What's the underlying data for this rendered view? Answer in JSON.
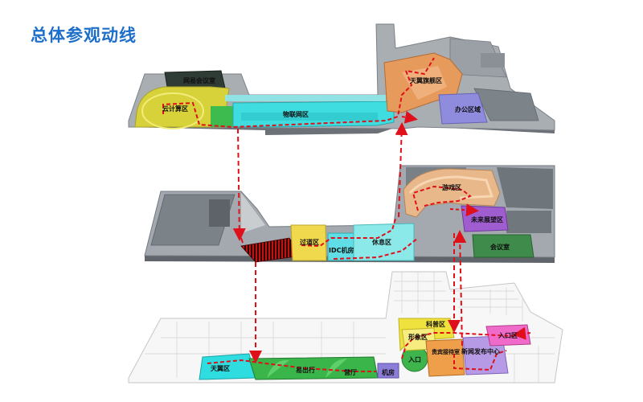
{
  "title": "总体参观动线",
  "floors": {
    "top": {
      "zones": [
        {
          "id": "nebula-meeting",
          "label": "网易会议室"
        },
        {
          "id": "cloud-computing",
          "label": "云计算区"
        },
        {
          "id": "iot",
          "label": "物联网区"
        },
        {
          "id": "tianyi-flagship",
          "label": "天翼旗舰区"
        },
        {
          "id": "office",
          "label": "办公区域"
        }
      ]
    },
    "middle": {
      "zones": [
        {
          "id": "game",
          "label": "游戏区"
        },
        {
          "id": "future",
          "label": "未来展望区"
        },
        {
          "id": "transition",
          "label": "过道区"
        },
        {
          "id": "idc",
          "label": "IDC机房"
        },
        {
          "id": "rest",
          "label": "休息区"
        },
        {
          "id": "meeting",
          "label": "会议室"
        }
      ]
    },
    "bottom": {
      "zones": [
        {
          "id": "tianyi",
          "label": "天翼区"
        },
        {
          "id": "easy-go",
          "label": "易出行"
        },
        {
          "id": "hall",
          "label": "营厅"
        },
        {
          "id": "machine-room",
          "label": "机房"
        },
        {
          "id": "entrance-left",
          "label": "入口"
        },
        {
          "id": "tech",
          "label": "科普区"
        },
        {
          "id": "image",
          "label": "形象区"
        },
        {
          "id": "reception",
          "label": "贵宾接待室"
        },
        {
          "id": "press",
          "label": "新闻发布中心"
        },
        {
          "id": "entrance-right",
          "label": "入口区"
        }
      ]
    }
  },
  "colors": {
    "title": "#1d6fc9",
    "route": "#e0101a",
    "floor_base": "#8f969c",
    "cloud": "#d8d23a",
    "iot": "#3fdde0",
    "tianyi_flagship": "#e69a5c",
    "office": "#8f8cde",
    "game": "#e8b88a",
    "future": "#a05dd0",
    "transition": "#f1d94d",
    "idc": "#5fdfe5",
    "meeting": "#3e8b4c",
    "tianyi": "#2fdde0",
    "green": "#39b54a",
    "press": "#b79ae5",
    "entrance_right": "#f06bc9"
  }
}
